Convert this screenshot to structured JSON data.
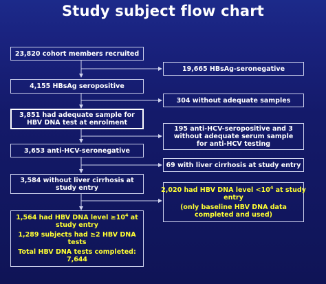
{
  "title": "Study subject flow chart",
  "main_chain": {
    "recruited": "23,820 cohort members recruited",
    "seropositive": "4,155 HBsAg seropositive",
    "adequate_sample_line1": "3,851 had adequate sample for",
    "adequate_sample_line2": "HBV DNA test at enrolment",
    "hcv_negative": "3,653 anti-HCV-seronegative",
    "no_cirrhosis_line1": "3,584 without liver cirrhosis at",
    "no_cirrhosis_line2": "study entry"
  },
  "exclusions": {
    "seronegative": "19,665 HBsAg-seronegative",
    "no_samples": "304 without adequate samples",
    "hcv_line1": "195 anti-HCV-seropositive and 3",
    "hcv_line2": "without adequate serum sample",
    "hcv_line3": "for anti-HCV testing",
    "cirrhosis": "69 with liver cirrhosis at study entry"
  },
  "outcome_high": {
    "line1_pre": "1,564 had HBV DNA level ≥10",
    "line1_sup": "4",
    "line1_post": " at",
    "line2": "study entry",
    "line3": "1,289 subjects had ≥2 HBV DNA",
    "line4": "tests",
    "line5": "Total HBV DNA tests completed:",
    "line6": "7,644"
  },
  "outcome_low": {
    "line1_pre": "2,020 had HBV DNA level <10",
    "line1_sup": "4",
    "line1_post": " at study",
    "line2": "entry",
    "line3": "(only baseline HBV DNA data",
    "line4": "completed and used)"
  },
  "colors": {
    "background_top": "#1c2a8a",
    "background_bottom": "#0f1456",
    "text": "#ffffff",
    "highlight_text": "#ffff33",
    "lines": "#cfd3ee"
  }
}
